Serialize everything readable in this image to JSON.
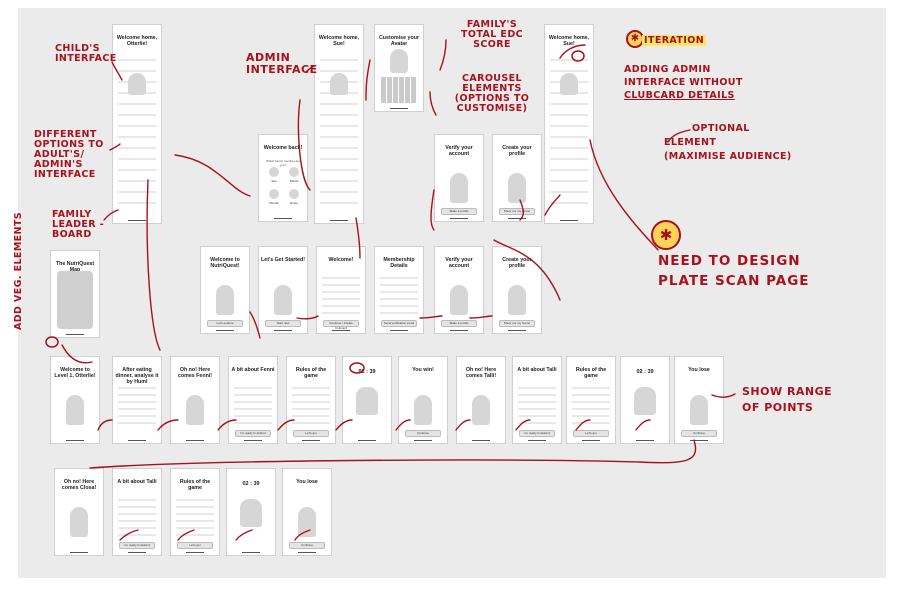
{
  "screens": [
    {
      "id": "child-home",
      "title": "Welcome home, Otterlie!",
      "tall": true,
      "kind": "list"
    },
    {
      "id": "admin-home",
      "title": "Welcome home, Sue!",
      "tall": true,
      "kind": "list"
    },
    {
      "id": "avatar",
      "title": "Customise your Avatar",
      "tall": false,
      "kind": "grid"
    },
    {
      "id": "admin-home-2",
      "title": "Welcome home, Sue!",
      "tall": true,
      "kind": "list"
    },
    {
      "id": "welcome-back",
      "title": "Welcome back!",
      "subtitle": "Which family member are you?",
      "tall": false,
      "kind": "members",
      "members": [
        "Sue",
        "Daniel",
        "Otterlie",
        "Rosie"
      ]
    },
    {
      "id": "verify-1",
      "title": "Verify your account",
      "tall": false,
      "kind": "fig",
      "button": "Make a profile"
    },
    {
      "id": "create-profile-1",
      "title": "Create your profile",
      "tall": false,
      "kind": "fig",
      "button": "Show me my home!"
    },
    {
      "id": "map",
      "title": "The NutriQuest Map",
      "tall": false,
      "kind": "map"
    },
    {
      "id": "onboard-1",
      "title": "Welcome to NutriQuest!",
      "tall": false,
      "kind": "fig",
      "button": "Let's explore"
    },
    {
      "id": "get-started",
      "title": "Let's Get Started!",
      "tall": false,
      "kind": "fig",
      "button": "Start now"
    },
    {
      "id": "welcome",
      "title": "Welcome!",
      "tall": false,
      "kind": "form",
      "button": "Continue / Create Clubcard"
    },
    {
      "id": "membership",
      "title": "Membership Details",
      "tall": false,
      "kind": "form",
      "button": "Send verification email"
    },
    {
      "id": "verify-2",
      "title": "Verify your account",
      "tall": false,
      "kind": "fig",
      "button": "Make a profile"
    },
    {
      "id": "create-profile-2",
      "title": "Create your profile",
      "tall": false,
      "kind": "fig",
      "button": "Show me my home!"
    },
    {
      "id": "level1",
      "title": "Welcome to Level 1, Otterlie!",
      "tall": false,
      "kind": "fig"
    },
    {
      "id": "after-eating",
      "title": "After eating dinner, analyse it by Humi",
      "tall": false,
      "kind": "form"
    },
    {
      "id": "fenni",
      "title": "Oh no! Here comes Fenni!",
      "tall": false,
      "kind": "fig"
    },
    {
      "id": "about-fenni",
      "title": "A bit about Fenni",
      "tall": false,
      "kind": "form",
      "button": "I'm ready to defend"
    },
    {
      "id": "rules-1",
      "title": "Rules of the game",
      "tall": false,
      "kind": "form",
      "button": "Let's go!"
    },
    {
      "id": "timer-1",
      "title": "02 : 39",
      "tall": false,
      "kind": "timer"
    },
    {
      "id": "you-win",
      "title": "You win!",
      "tall": false,
      "kind": "fig",
      "button": "Continue"
    },
    {
      "id": "talli-1",
      "title": "Oh no! Here comes Talli!",
      "tall": false,
      "kind": "fig"
    },
    {
      "id": "about-talli-1",
      "title": "A bit about Talli",
      "tall": false,
      "kind": "form",
      "button": "I'm ready to defend"
    },
    {
      "id": "rules-2",
      "title": "Rules of the game",
      "tall": false,
      "kind": "form",
      "button": "Let's go!"
    },
    {
      "id": "timer-2",
      "title": "02 : 39",
      "tall": false,
      "kind": "timer"
    },
    {
      "id": "you-lose-1",
      "title": "You lose",
      "tall": false,
      "kind": "fig",
      "button": "Continue"
    },
    {
      "id": "closa",
      "title": "Oh no! Here comes Closa!",
      "tall": false,
      "kind": "fig"
    },
    {
      "id": "about-talli-2",
      "title": "A bit about Talli",
      "tall": false,
      "kind": "form",
      "button": "I'm ready to defend"
    },
    {
      "id": "rules-3",
      "title": "Rules of the game",
      "tall": false,
      "kind": "form",
      "button": "Let's go!"
    },
    {
      "id": "timer-3",
      "title": "02 : 39",
      "tall": false,
      "kind": "timer"
    },
    {
      "id": "you-lose-2",
      "title": "You lose",
      "tall": false,
      "kind": "fig",
      "button": "Continue"
    }
  ],
  "annotations": {
    "childs_interface": "CHILD'S INTERFACE",
    "admin_interface": "ADMIN INTERFACE",
    "family_total": "FAMILY'S TOTAL EDC SCORE",
    "carousel": "CAROUSEL ELEMENTS (OPTIONS TO CUSTOMISE)",
    "different_options": "DIFFERENT OPTIONS TO ADULT'S/ ADMIN'S INTERFACE",
    "family_leaderboard": "FAMILY LEADER - BOARD",
    "add_veg": "ADD VEG. ELEMENTS",
    "iteration": "ITERATION",
    "adding_admin_1": "ADDING ADMIN",
    "adding_admin_2": "INTERFACE WITHOUT",
    "adding_admin_3": "CLUBCARD DETAILS",
    "optional_1": "OPTIONAL",
    "optional_2": "ELEMENT",
    "optional_3": "(MAXIMISE AUDIENCE)",
    "plate_1": "NEED TO DESIGN",
    "plate_2": "PLATE SCAN PAGE",
    "show_range_1": "SHOW RANGE",
    "show_range_2": "OF POINTS"
  },
  "colors": {
    "ink": "#a8111c",
    "board": "#ebebeb",
    "highlight": "#ffe46a"
  }
}
